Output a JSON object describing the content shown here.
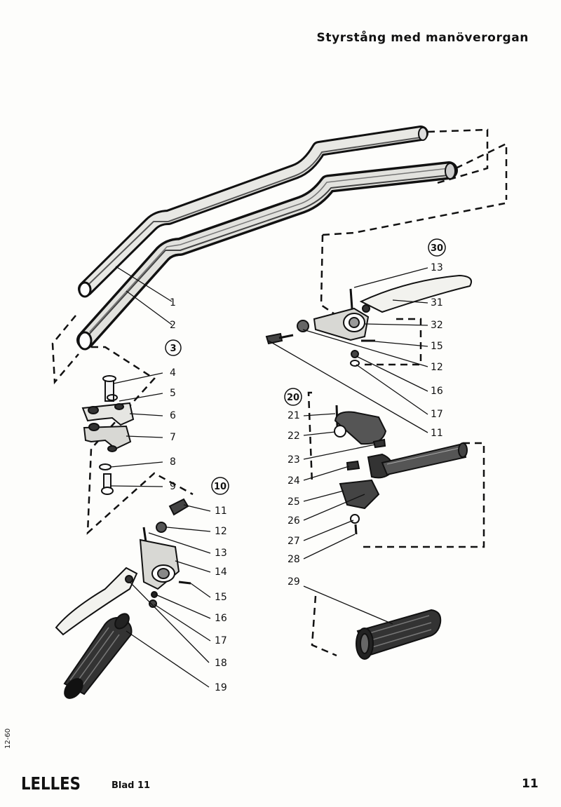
{
  "header": {
    "title": "Styrstång med manöverorgan"
  },
  "footer": {
    "brand": "LELLES",
    "sheet": "Blad 11",
    "page_number": "11",
    "date_code": "12-60"
  },
  "group_labels": [
    "3",
    "10",
    "20",
    "30"
  ],
  "part_labels": [
    "1",
    "2",
    "4",
    "5",
    "6",
    "7",
    "8",
    "9",
    "11",
    "12",
    "13",
    "14",
    "15",
    "16",
    "17",
    "18",
    "19",
    "13",
    "31",
    "32",
    "15",
    "12",
    "16",
    "17",
    "11",
    "21",
    "22",
    "23",
    "24",
    "25",
    "26",
    "27",
    "28",
    "29"
  ],
  "icons": {
    "drawing": "exploded-parts-drawing"
  },
  "colors": {
    "ink": "#111111",
    "paper": "#fdfdfb"
  }
}
